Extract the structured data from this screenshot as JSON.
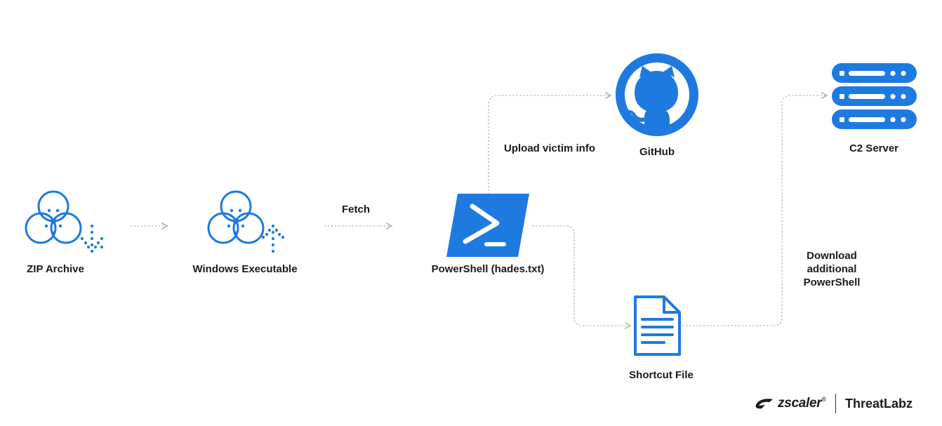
{
  "diagram": {
    "nodes": {
      "zip": {
        "label": "ZIP Archive",
        "icon": "biohazard-download-icon"
      },
      "exe": {
        "label": "Windows Executable",
        "icon": "biohazard-upload-icon"
      },
      "powershell": {
        "label": "PowerShell (hades.txt)",
        "icon": "powershell-icon"
      },
      "github": {
        "label": "GitHub",
        "icon": "github-icon"
      },
      "c2": {
        "label": "C2 Server",
        "icon": "server-rack-icon"
      },
      "shortcut": {
        "label": "Shortcut File",
        "icon": "document-icon"
      }
    },
    "edges": {
      "fetch": "Fetch",
      "upload": "Upload victim info",
      "download_lines": [
        "Download",
        "additional",
        "PowerShell"
      ]
    }
  },
  "branding": {
    "company": "zscaler",
    "trademark": "®",
    "product": "ThreatLabz"
  },
  "colors": {
    "accent": "#1f7ae0",
    "text": "#1a1a1a",
    "connector": "#b8b8b8"
  }
}
